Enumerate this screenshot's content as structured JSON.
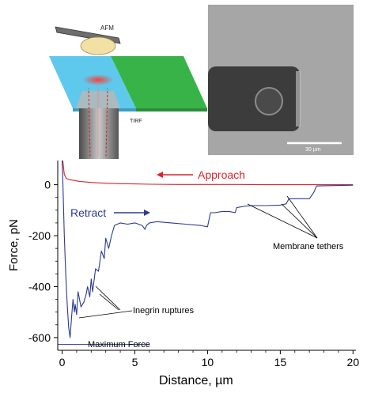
{
  "schematic": {
    "afm_label": "AFM",
    "tirf_label": "TIRF"
  },
  "micrograph": {
    "scale_bar_label": "30 µm"
  },
  "chart_data": {
    "type": "line",
    "xlabel": "Distance, µm",
    "ylabel": "Force, pN",
    "xlim": [
      -0.3,
      20.2
    ],
    "ylim": [
      -650,
      95
    ],
    "xticks": [
      0,
      5,
      10,
      15,
      20
    ],
    "yticks": [
      0,
      -200,
      -400,
      -600
    ],
    "xtick_labels": [
      "0",
      "5",
      "10",
      "15",
      "20"
    ],
    "ytick_labels": [
      "0",
      "-200",
      "-400",
      "-600"
    ],
    "grid": false,
    "legend": "none",
    "series": [
      {
        "name": "Approach",
        "color": "#d9232e",
        "x": [
          0.05,
          0.15,
          0.3,
          0.5,
          0.8,
          1.2,
          2,
          3,
          4,
          5,
          6,
          8,
          10,
          12,
          14,
          16,
          18,
          20
        ],
        "y": [
          95,
          40,
          25,
          20,
          17,
          13,
          9,
          6,
          4,
          3,
          2,
          1,
          1,
          1,
          0,
          0,
          0,
          0
        ]
      },
      {
        "name": "Retract",
        "color": "#2b3a92",
        "x": [
          0.0,
          0.05,
          0.15,
          0.25,
          0.35,
          0.45,
          0.55,
          0.65,
          0.75,
          0.85,
          0.9,
          1.0,
          1.1,
          1.3,
          1.5,
          1.65,
          1.75,
          1.9,
          2.0,
          2.1,
          2.3,
          2.5,
          2.7,
          2.9,
          3.0,
          3.2,
          3.4,
          3.6,
          4.0,
          4.5,
          5.0,
          5.5,
          5.7,
          5.8,
          6.0,
          6.5,
          7.5,
          8.5,
          9.5,
          10.0,
          10.2,
          10.5,
          11.0,
          11.5,
          11.9,
          12.0,
          12.5,
          13.0,
          14.0,
          15.0,
          15.4,
          15.6,
          16.0,
          17.0,
          17.3,
          17.5,
          18.0,
          19.0,
          20.0
        ],
        "y": [
          95,
          20,
          -200,
          -350,
          -470,
          -560,
          -600,
          -520,
          -450,
          -500,
          -470,
          -510,
          -420,
          -480,
          -460,
          -430,
          -400,
          -440,
          -370,
          -420,
          -330,
          -340,
          -260,
          -290,
          -210,
          -250,
          -200,
          -160,
          -150,
          -155,
          -150,
          -160,
          -175,
          -160,
          -150,
          -145,
          -150,
          -155,
          -160,
          -165,
          -110,
          -110,
          -105,
          -105,
          -110,
          -90,
          -85,
          -82,
          -82,
          -80,
          -75,
          -55,
          -55,
          -55,
          -30,
          -5,
          -4,
          -3,
          -2
        ]
      },
      {
        "name": "Maximum Force line",
        "color": "#2b3a92",
        "x": [
          -0.3,
          6.0
        ],
        "y": [
          -627,
          -627
        ]
      }
    ],
    "annotations": {
      "approach": "Approach",
      "retract": "Retract",
      "membrane_tethers": "Membrane tethers",
      "integrin_ruptures": "Inegrin ruptures",
      "maximum_force": "Maximum Force"
    }
  }
}
